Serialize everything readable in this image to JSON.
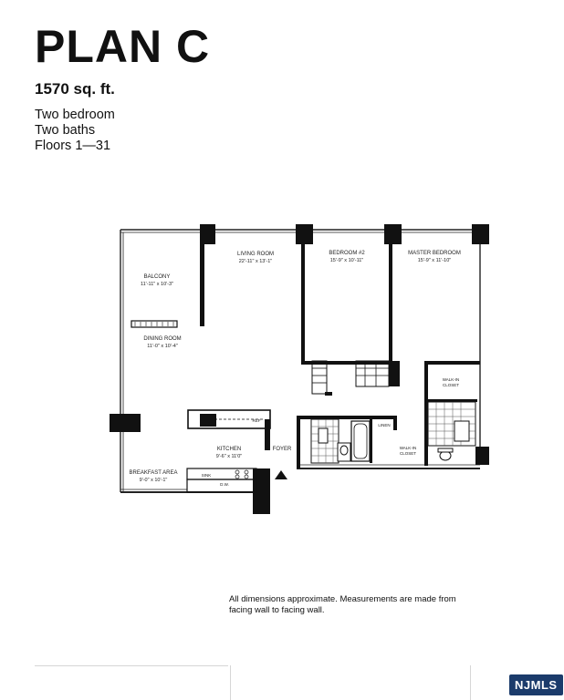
{
  "header": {
    "title": "PLAN C",
    "area": "1570 sq. ft.",
    "features": [
      "Two bedroom",
      "Two baths",
      "Floors 1—31"
    ]
  },
  "rooms": {
    "balcony": {
      "name": "BALCONY",
      "dims": "11'-11\" x 10'-3\""
    },
    "living_room": {
      "name": "LIVING ROOM",
      "dims": "22'-11\" x 13'-1\""
    },
    "bedroom2": {
      "name": "BEDROOM #2",
      "dims": "15'-9\" x 10'-11\""
    },
    "master_bedroom": {
      "name": "MASTER BEDROOM",
      "dims": "15'-9\" x 11'-10\""
    },
    "dining_room": {
      "name": "DINING ROOM",
      "dims": "11'-0\" x 10'-4\""
    },
    "kitchen": {
      "name": "KITCHEN",
      "dims": "9'-6\" x 11'0\""
    },
    "breakfast_area": {
      "name": "BREAKFAST AREA",
      "dims": "9'-0\" x 10'-1\""
    },
    "foyer": {
      "name": "FOYER"
    },
    "walk_in_closet_1": {
      "name1": "WALK-IN",
      "name2": "CLOSET"
    },
    "walk_in_closet_2": {
      "name1": "WALK-IN",
      "name2": "CLOSET"
    },
    "linen": {
      "name": "LINEN"
    },
    "ref": "REF",
    "sink": "SINK",
    "dw": "D.W."
  },
  "note": {
    "line1": "All dimensions approximate. Measurements are made from",
    "line2": "facing wall to facing wall."
  },
  "branding": {
    "logo_text": "NJMLS",
    "logo_color": "#1b3b6b"
  }
}
